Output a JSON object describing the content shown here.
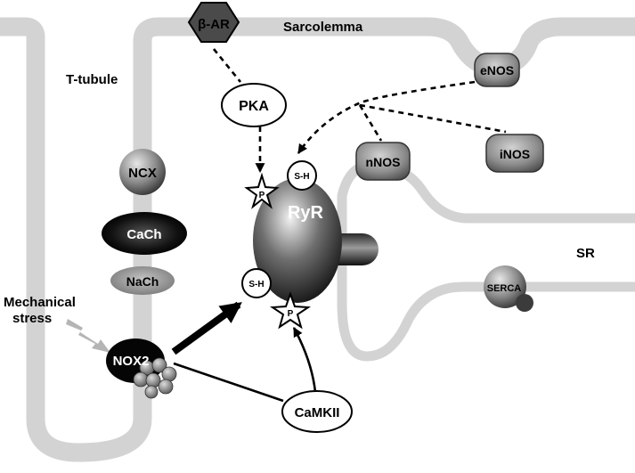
{
  "labels": {
    "sarcolemma": "Sarcolemma",
    "t_tubule": "T-tubule",
    "sr": "SR",
    "mechanical_stress_line1": "Mechanical",
    "mechanical_stress_line2": "stress"
  },
  "nodes": {
    "beta_ar": "β-AR",
    "pka": "PKA",
    "enos": "eNOS",
    "nnos": "nNOS",
    "inos": "iNOS",
    "ncx": "NCX",
    "cach": "CaCh",
    "nach": "NaCh",
    "ryr": "RyR",
    "serca": "SERCA",
    "nox2": "NOX2",
    "camkii": "CaMKII"
  },
  "site_labels": {
    "sh_top": "S-H",
    "sh_left": "S-H",
    "p_top": "P",
    "p_bottom": "P"
  }
}
